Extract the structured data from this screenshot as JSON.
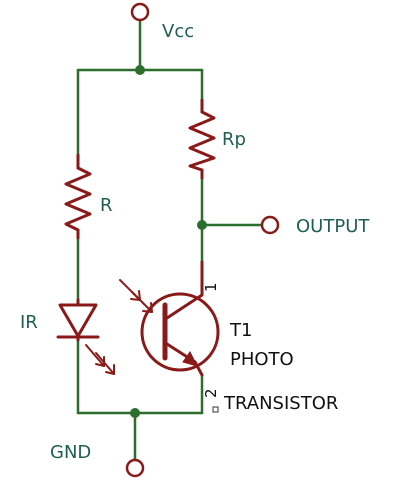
{
  "labels": {
    "vcc": "Vcc",
    "rp": "Rp",
    "r": "R",
    "output": "OUTPUT",
    "ir": "IR",
    "t1": "T1",
    "photo": "PHOTO",
    "transistor": "TRANSISTOR",
    "gnd": "GND",
    "pin1": "1",
    "pin2": "2"
  }
}
